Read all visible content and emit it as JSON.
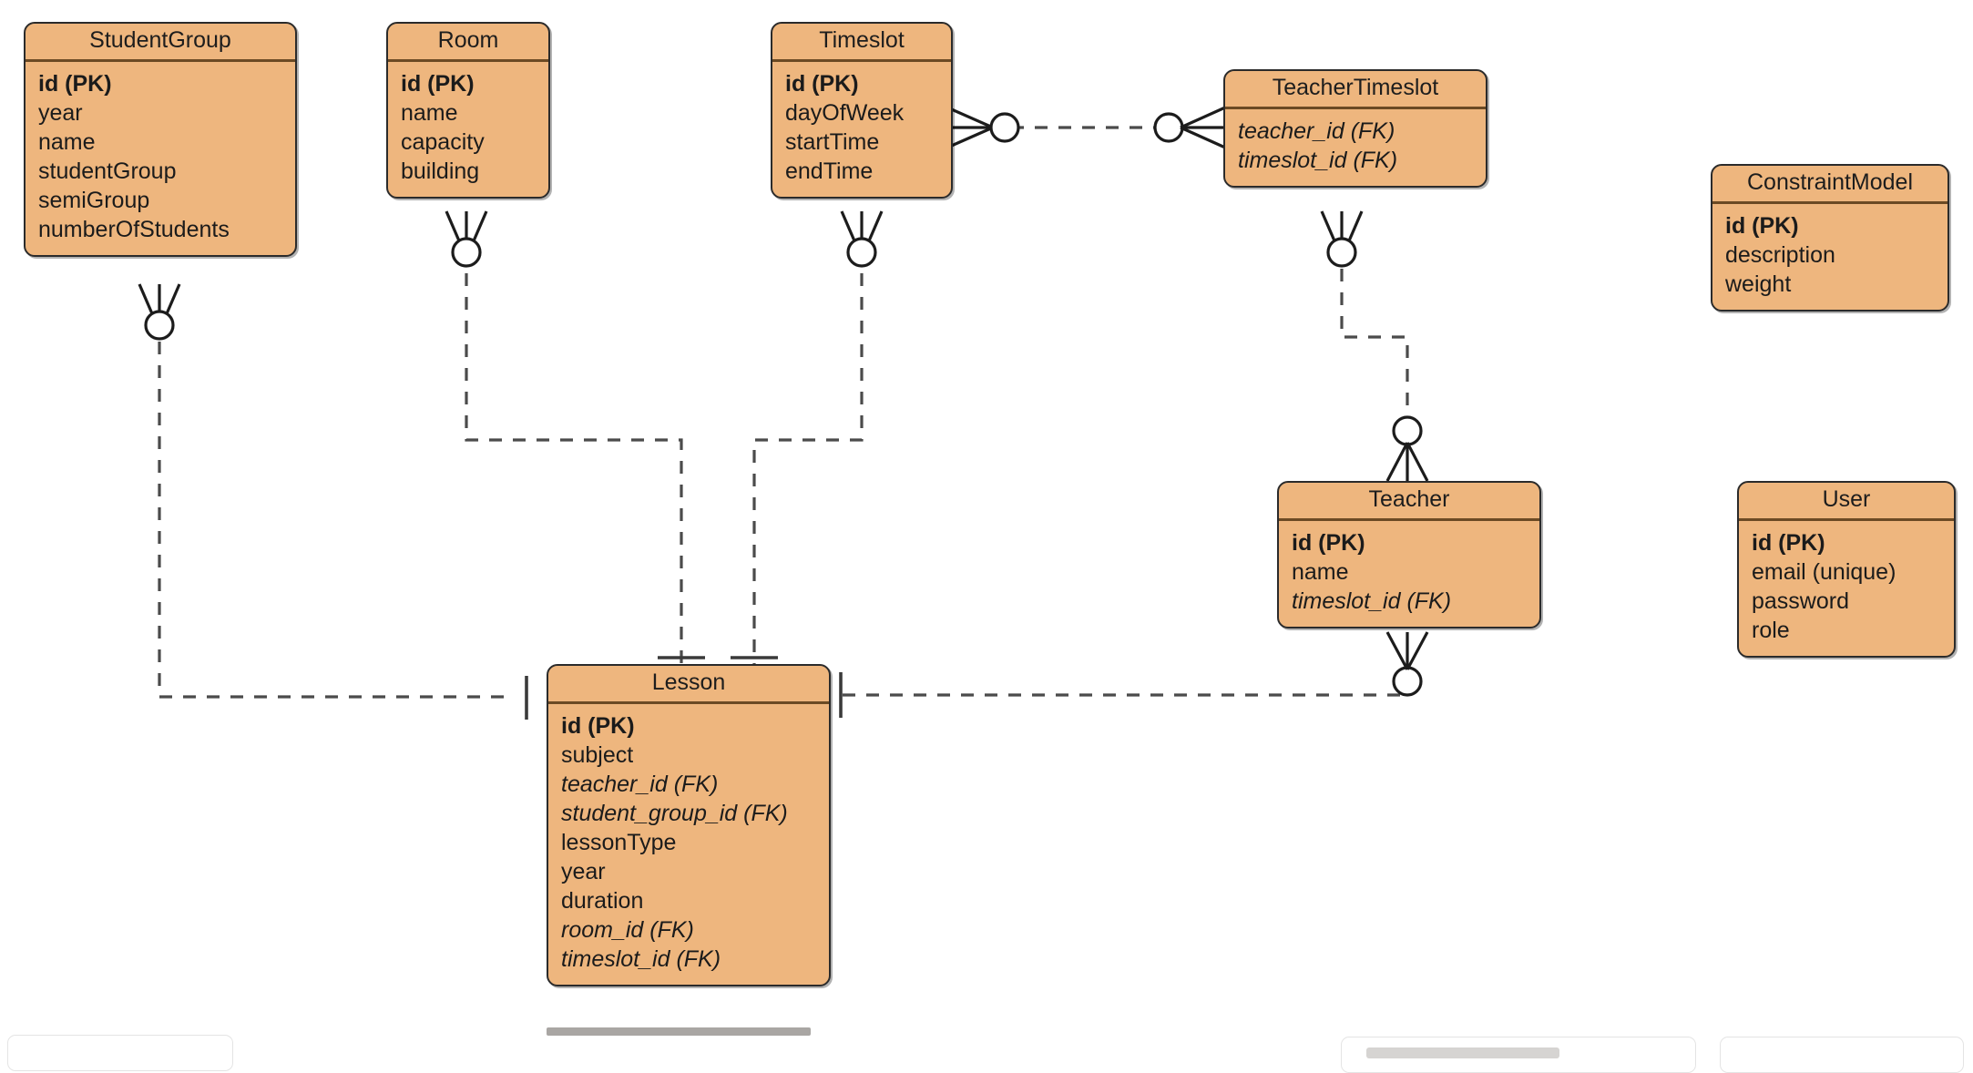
{
  "diagram": {
    "kind": "entity-relationship-diagram",
    "notation": "crows-foot",
    "colors": {
      "entity_fill": "#eeb67e",
      "entity_border": "#2b2b2b",
      "header_rule": "#6b4a24",
      "connector": "#4b4b4b",
      "background": "#ffffff",
      "text": "#1b1b1b"
    },
    "entities": [
      {
        "id": "student_group",
        "title": "StudentGroup",
        "fields": [
          {
            "label": "id (PK)",
            "kind": "pk"
          },
          {
            "label": "year",
            "kind": "plain"
          },
          {
            "label": "name",
            "kind": "plain"
          },
          {
            "label": "studentGroup",
            "kind": "plain"
          },
          {
            "label": "semiGroup",
            "kind": "plain"
          },
          {
            "label": "numberOfStudents",
            "kind": "plain"
          }
        ]
      },
      {
        "id": "room",
        "title": "Room",
        "fields": [
          {
            "label": "id (PK)",
            "kind": "pk"
          },
          {
            "label": "name",
            "kind": "plain"
          },
          {
            "label": "capacity",
            "kind": "plain"
          },
          {
            "label": "building",
            "kind": "plain"
          }
        ]
      },
      {
        "id": "timeslot",
        "title": "Timeslot",
        "fields": [
          {
            "label": "id (PK)",
            "kind": "pk"
          },
          {
            "label": "dayOfWeek",
            "kind": "plain"
          },
          {
            "label": "startTime",
            "kind": "plain"
          },
          {
            "label": "endTime",
            "kind": "plain"
          }
        ]
      },
      {
        "id": "teacher_timeslot",
        "title": "TeacherTimeslot",
        "fields": [
          {
            "label": "teacher_id (FK)",
            "kind": "fk"
          },
          {
            "label": "timeslot_id (FK)",
            "kind": "fk"
          }
        ]
      },
      {
        "id": "constraint_model",
        "title": "ConstraintModel",
        "fields": [
          {
            "label": "id (PK)",
            "kind": "pk"
          },
          {
            "label": "description",
            "kind": "plain"
          },
          {
            "label": "weight",
            "kind": "plain"
          }
        ]
      },
      {
        "id": "teacher",
        "title": "Teacher",
        "fields": [
          {
            "label": "id (PK)",
            "kind": "pk"
          },
          {
            "label": "name",
            "kind": "plain"
          },
          {
            "label": "timeslot_id (FK)",
            "kind": "fk"
          }
        ]
      },
      {
        "id": "user",
        "title": "User",
        "fields": [
          {
            "label": "id (PK)",
            "kind": "pk"
          },
          {
            "label": "email (unique)",
            "kind": "plain"
          },
          {
            "label": "password",
            "kind": "plain"
          },
          {
            "label": "role",
            "kind": "plain"
          }
        ]
      },
      {
        "id": "lesson",
        "title": "Lesson",
        "fields": [
          {
            "label": "id (PK)",
            "kind": "pk"
          },
          {
            "label": "subject",
            "kind": "plain"
          },
          {
            "label": "teacher_id (FK)",
            "kind": "fk"
          },
          {
            "label": "student_group_id (FK)",
            "kind": "fk"
          },
          {
            "label": "lessonType",
            "kind": "plain"
          },
          {
            "label": "year",
            "kind": "plain"
          },
          {
            "label": "duration",
            "kind": "plain"
          },
          {
            "label": "room_id (FK)",
            "kind": "fk"
          },
          {
            "label": "timeslot_id (FK)",
            "kind": "fk"
          }
        ]
      }
    ],
    "relationships": [
      {
        "id": "timeslot-teachertimeslot",
        "from": "timeslot",
        "to": "teacher_timeslot",
        "from_cardinality": "zero-or-many",
        "to_cardinality": "zero-or-many"
      },
      {
        "id": "teachertimeslot-teacher",
        "from": "teacher_timeslot",
        "to": "teacher",
        "from_cardinality": "zero-or-many",
        "to_cardinality": "zero-or-many"
      },
      {
        "id": "studentgroup-lesson",
        "from": "student_group",
        "to": "lesson",
        "from_cardinality": "zero-or-many",
        "to_cardinality": "one"
      },
      {
        "id": "room-lesson",
        "from": "room",
        "to": "lesson",
        "from_cardinality": "zero-or-many",
        "to_cardinality": "one"
      },
      {
        "id": "timeslot-lesson",
        "from": "timeslot",
        "to": "lesson",
        "from_cardinality": "zero-or-many",
        "to_cardinality": "one"
      },
      {
        "id": "lesson-teacher",
        "from": "lesson",
        "to": "teacher",
        "from_cardinality": "one",
        "to_cardinality": "zero-or-many"
      }
    ]
  }
}
